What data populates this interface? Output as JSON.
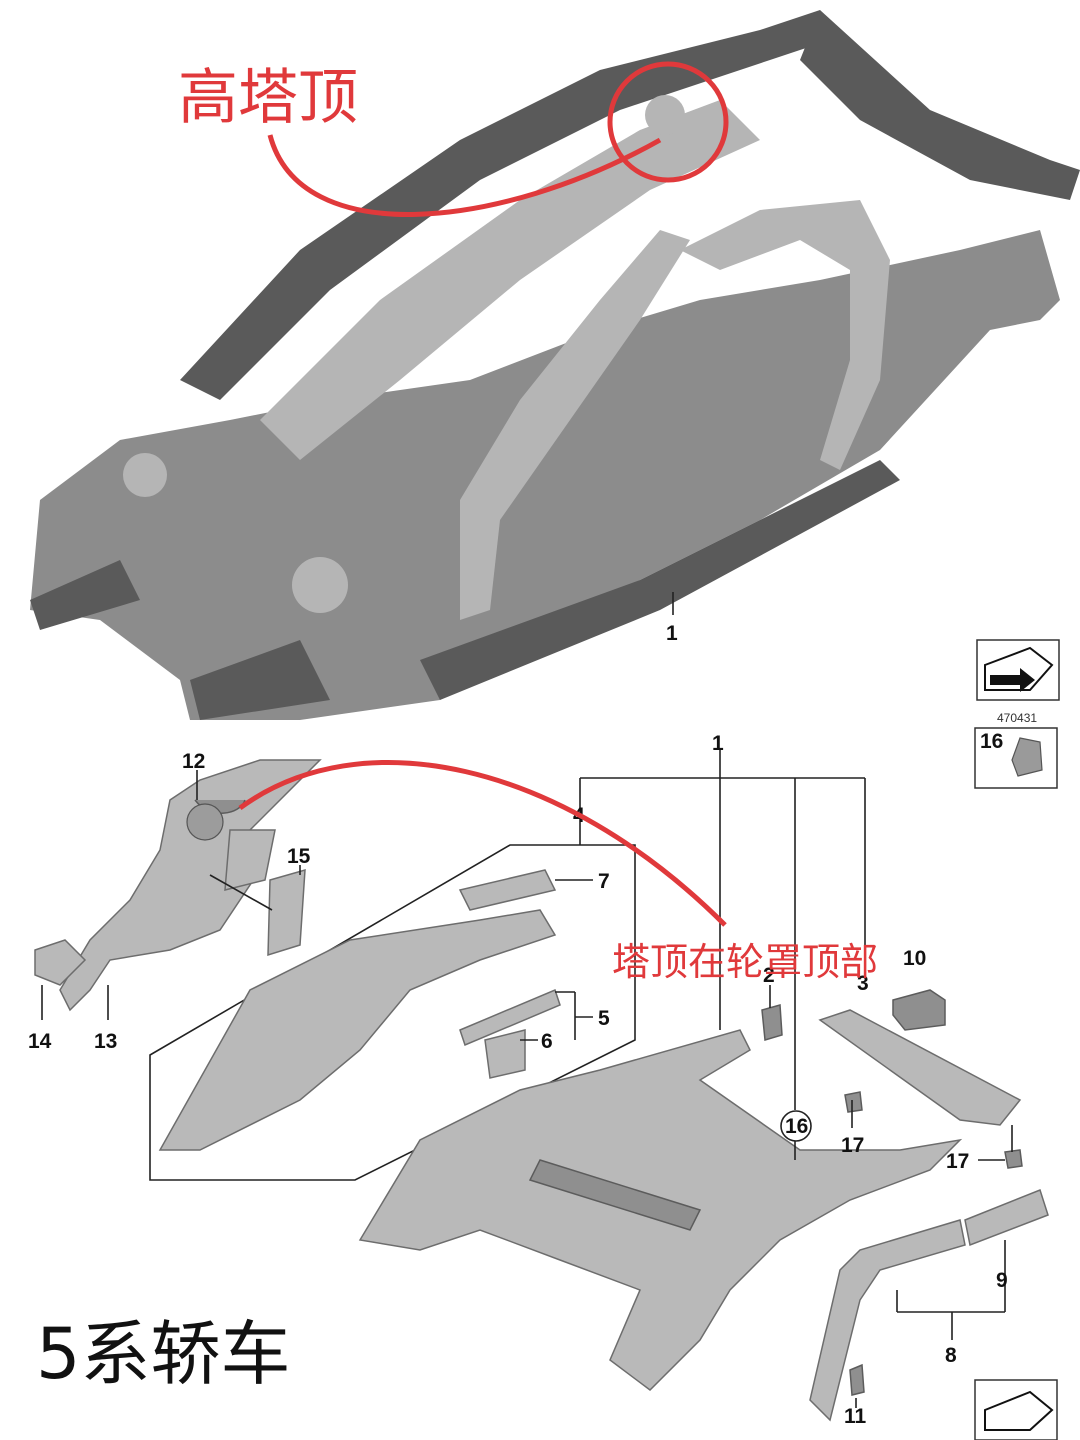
{
  "annotations": {
    "top_label": "高塔顶",
    "middle_label": "塔顶在轮罩顶部",
    "bottom_caption": "5系轿车"
  },
  "callouts": [
    "1",
    "1",
    "2",
    "3",
    "4",
    "5",
    "6",
    "7",
    "8",
    "9",
    "10",
    "11",
    "12",
    "13",
    "14",
    "15",
    "16",
    "17",
    "17"
  ],
  "legend": {
    "ref_number": "470431",
    "legend_item": "16",
    "circled_item": "16"
  },
  "colors": {
    "annotation_red": "#e0393b",
    "body_gray": "#8c8c8c",
    "part_gray": "#b9b9b9"
  }
}
